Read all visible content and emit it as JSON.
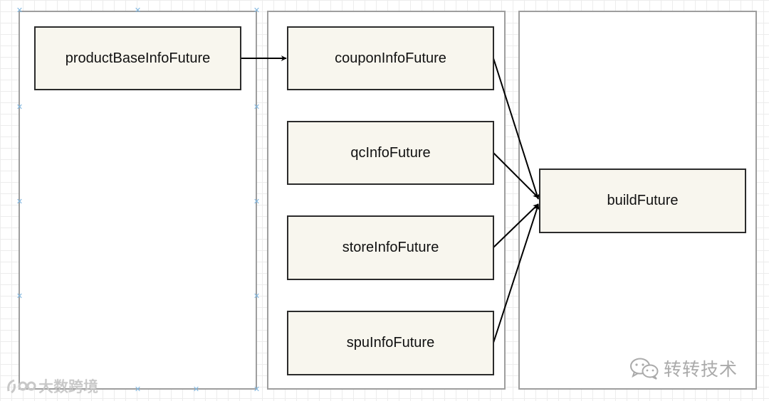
{
  "diagram": {
    "nodes": {
      "product_base": "productBaseInfoFuture",
      "coupon": "couponInfoFuture",
      "qc": "qcInfoFuture",
      "store": "storeInfoFuture",
      "spu": "spuInfoFuture",
      "build": "buildFuture"
    },
    "edges": [
      {
        "from": "productBaseInfoFuture",
        "to": "couponInfoFuture"
      },
      {
        "from": "couponInfoFuture",
        "to": "buildFuture"
      },
      {
        "from": "qcInfoFuture",
        "to": "buildFuture"
      },
      {
        "from": "storeInfoFuture",
        "to": "buildFuture"
      },
      {
        "from": "spuInfoFuture",
        "to": "buildFuture"
      }
    ]
  },
  "watermarks": {
    "left_text": "大数跨境",
    "right_text": "转转技术"
  }
}
